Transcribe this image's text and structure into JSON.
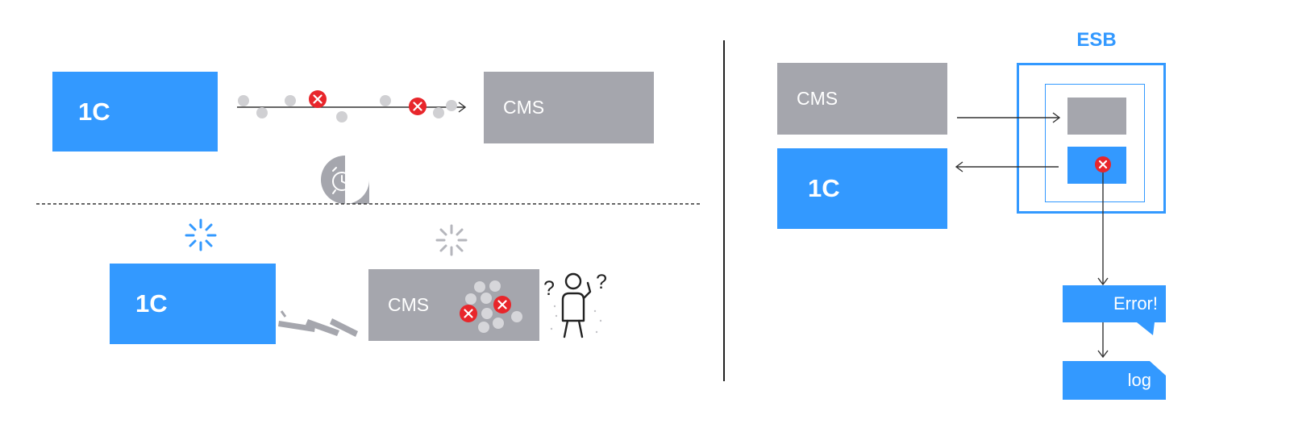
{
  "left": {
    "top_row": {
      "source_label": "1C",
      "target_label": "CMS"
    },
    "bottom_row": {
      "source_label": "1C",
      "target_label": "CMS",
      "confused_marks": [
        "?",
        "?"
      ]
    }
  },
  "right": {
    "esb_title": "ESB",
    "cms_label": "CMS",
    "onec_label": "1C",
    "error_label": "Error!",
    "log_label": "log"
  },
  "colors": {
    "blue": "#3399ff",
    "gray": "#a5a6ad",
    "error_red": "#e8262b",
    "dot_gray": "#d0d0d3",
    "line": "#333333"
  },
  "icons": [
    "error-x-icon",
    "alarm-clock-icon",
    "loading-spinner-icon",
    "confused-person-icon",
    "arrow-icon"
  ]
}
